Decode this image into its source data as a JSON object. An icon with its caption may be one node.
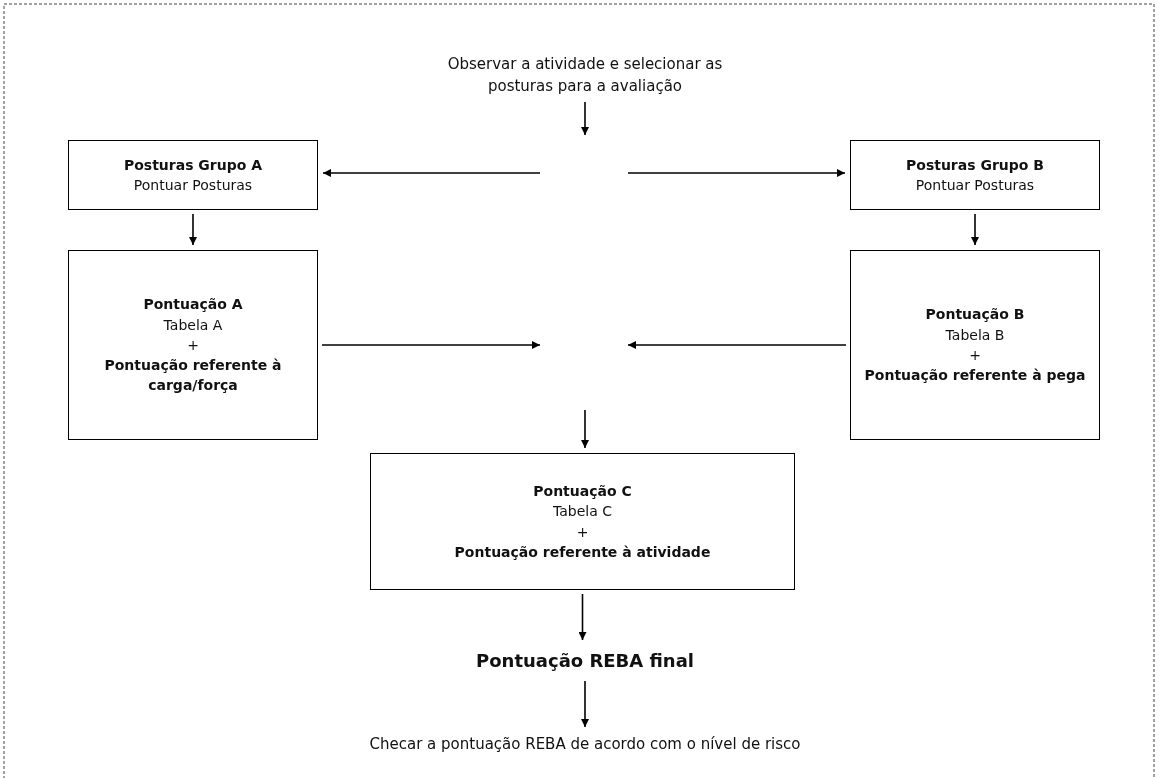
{
  "diagram": {
    "nodes": [
      {
        "text": [
          "Observar a atividade e selecionar as posturas para a avaliação"
        ]
      },
      {
        "text": [
          "Posturas Grupo A",
          "Pontuar Posturas"
        ]
      },
      {
        "text": [
          "Posturas Grupo B",
          "Pontuar Posturas"
        ]
      },
      {
        "text": [
          "Pontuação A",
          "Tabela A",
          "+",
          "Pontuação referente à carga/força"
        ]
      },
      {
        "text": [
          "Pontuação B",
          "Tabela B",
          "+",
          "Pontuação referente à pega"
        ]
      },
      {
        "text": [
          "Pontuação C",
          "Tabela C",
          "+",
          "Pontuação referente à atividade"
        ]
      },
      {
        "text": [
          "Pontuação REBA final"
        ]
      },
      {
        "text": [
          "Checar a pontuação REBA de acordo com o nível de risco"
        ]
      }
    ],
    "edges": [
      {
        "from": 0,
        "to": null,
        "arrow": "to"
      },
      {
        "from": null,
        "to": 1,
        "arrow": "to"
      },
      {
        "from": null,
        "to": 2,
        "arrow": "to"
      },
      {
        "from": 3,
        "to": null,
        "arrow": "to"
      },
      {
        "from": 4,
        "to": null,
        "arrow": "to"
      },
      {
        "from": null,
        "to": 5,
        "arrow": "to"
      },
      {
        "from": 1,
        "to": 3,
        "arrow": "to"
      },
      {
        "from": 2,
        "to": 4,
        "arrow": "to"
      },
      {
        "from": 5,
        "to": 6,
        "arrow": "to"
      },
      {
        "from": 6,
        "to": 7,
        "arrow": "to"
      }
    ]
  }
}
